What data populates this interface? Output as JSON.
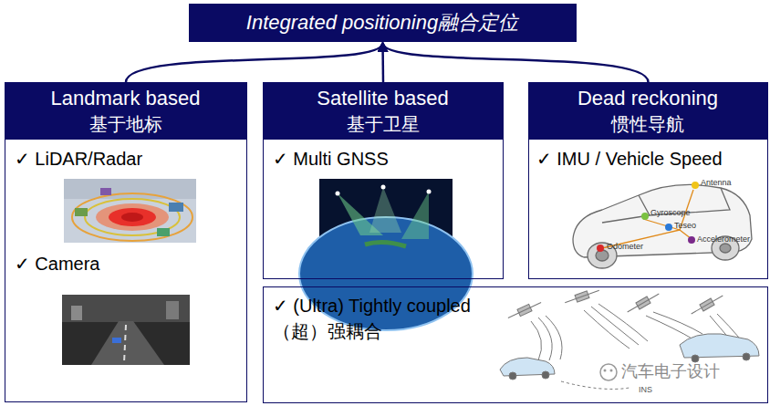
{
  "diagram": {
    "nodes": [
      {
        "text": [
          "Integrated positioning融合定位"
        ]
      },
      {
        "text": [
          "Landmark based",
          "基于地标",
          "✓ LiDAR/Radar",
          "✓ Camera"
        ]
      },
      {
        "text": [
          "Satellite based",
          "基于卫星",
          "✓ Multi GNSS"
        ]
      },
      {
        "text": [
          "Dead reckoning",
          "惯性导航",
          "✓ IMU / Vehicle Speed"
        ]
      },
      {
        "text": [
          "✓ (Ultra) Tightly coupled",
          "（超）强耦合"
        ]
      }
    ],
    "edges": [
      {
        "from": 1,
        "to": 0,
        "arrow": "to"
      },
      {
        "from": 2,
        "to": 0,
        "arrow": "to"
      },
      {
        "from": 3,
        "to": 0,
        "arrow": "to"
      }
    ],
    "labels": [
      "Antenna",
      "Gyroscope",
      "Teseo",
      "Accelerometer",
      "Odometer",
      "INS",
      "汽车电子设计"
    ]
  }
}
